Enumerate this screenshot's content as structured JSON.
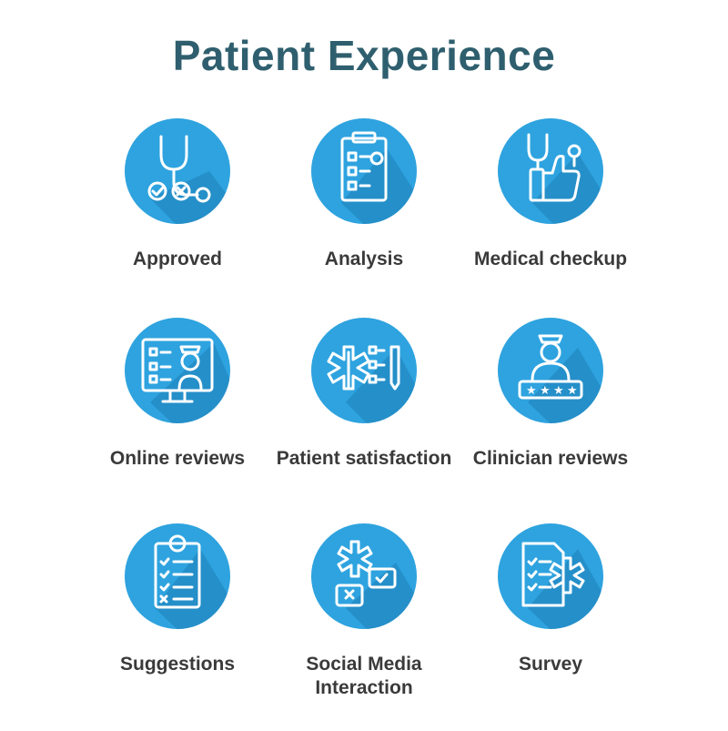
{
  "title": "Patient Experience",
  "colors": {
    "circle": "#2ea3df",
    "shadow": "#1f7fb7",
    "stroke": "#ffffff",
    "title": "#2f5f6e",
    "label": "#3a3a3a"
  },
  "items": [
    {
      "label": "Approved",
      "icon": "stethoscope-check-icon"
    },
    {
      "label": "Analysis",
      "icon": "clipboard-report-icon"
    },
    {
      "label": "Medical checkup",
      "icon": "stethoscope-thumbs-up-icon"
    },
    {
      "label": "Online reviews",
      "icon": "monitor-doctor-checklist-icon"
    },
    {
      "label": "Patient satisfaction",
      "icon": "star-of-life-checklist-icon"
    },
    {
      "label": "Clinician reviews",
      "icon": "nurse-rating-icon"
    },
    {
      "label": "Suggestions",
      "icon": "clipboard-checklist-icon"
    },
    {
      "label": "Social Media Interaction",
      "icon": "star-of-life-chat-icon"
    },
    {
      "label": "Survey",
      "icon": "survey-document-icon"
    }
  ]
}
